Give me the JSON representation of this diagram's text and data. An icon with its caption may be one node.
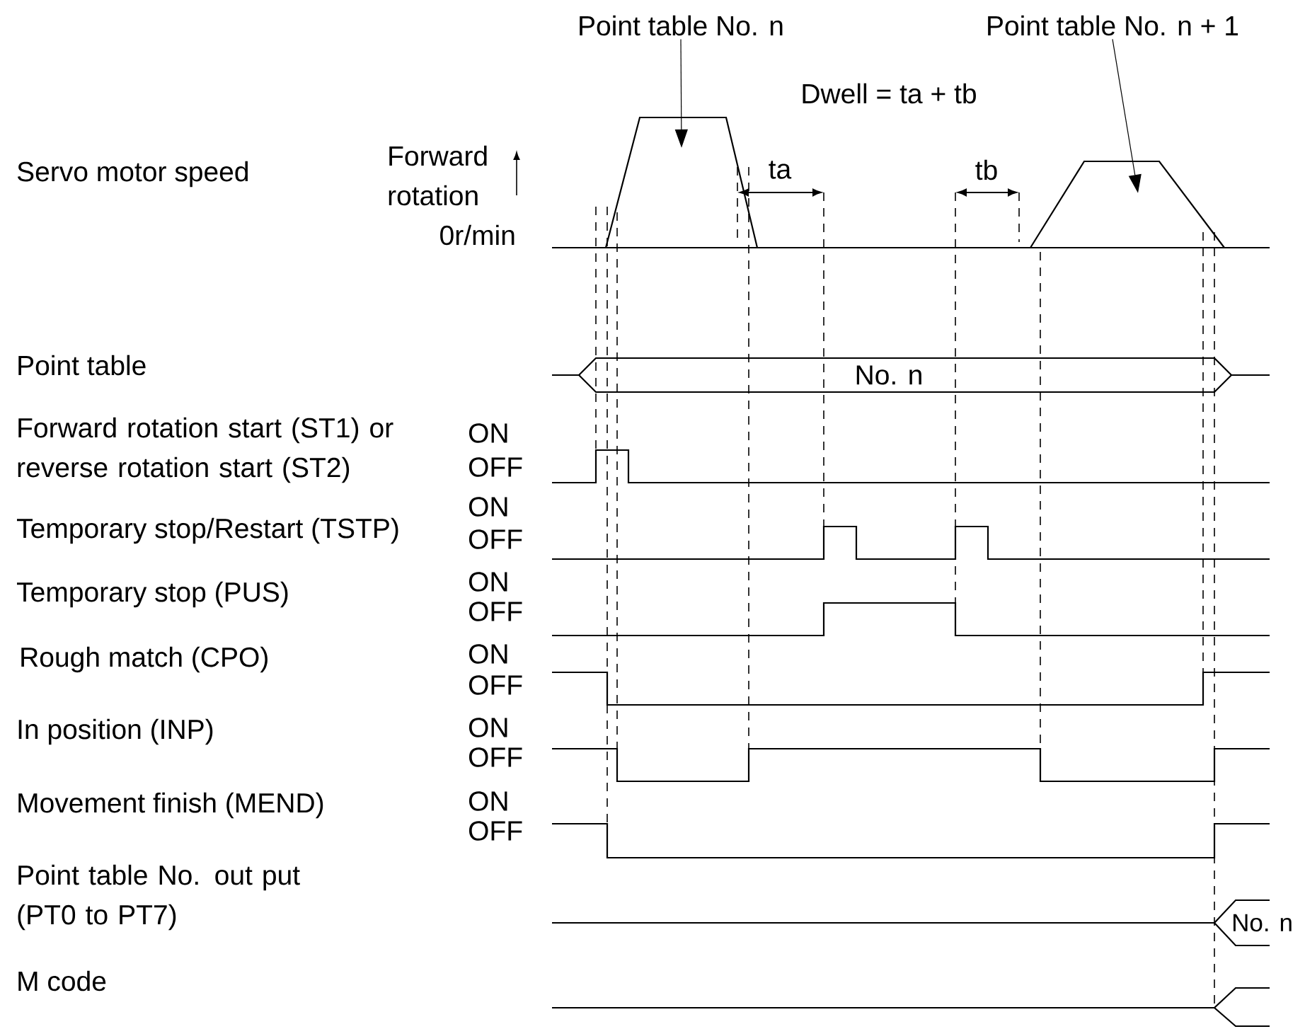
{
  "diagram": {
    "nodes": [
      {
        "text": [
          "Point table No. n"
        ]
      },
      {
        "text": [
          "Point table No. n + 1"
        ]
      },
      {
        "text": [],
        "shape": "trapezoid"
      },
      {
        "text": [],
        "shape": "trapezoid"
      },
      {
        "text": [
          "No. n"
        ]
      },
      {
        "text": [
          "No. n"
        ]
      }
    ],
    "edges": [
      {
        "from": 0,
        "to": 2,
        "arrow": "to"
      },
      {
        "from": 1,
        "to": 3,
        "arrow": "to"
      }
    ],
    "labels": [
      "Dwell = ta + tb",
      "Servo motor speed",
      "Forward rotation",
      "ta",
      "tb",
      "0r/min",
      "Point table",
      "Forward rotation start (ST1) or reverse rotation start (ST2)",
      "ON",
      "OFF",
      "Temporary stop/Restart (TSTP)",
      "ON",
      "OFF",
      "Temporary stop (PUS)",
      "ON",
      "OFF",
      "Rough match (CPO)",
      "ON",
      "OFF",
      "In position (INP)",
      "ON",
      "OFF",
      "Movement finish (MEND)",
      "ON",
      "OFF",
      "Point table No. out put (PT0 to PT7)",
      "M code"
    ]
  }
}
